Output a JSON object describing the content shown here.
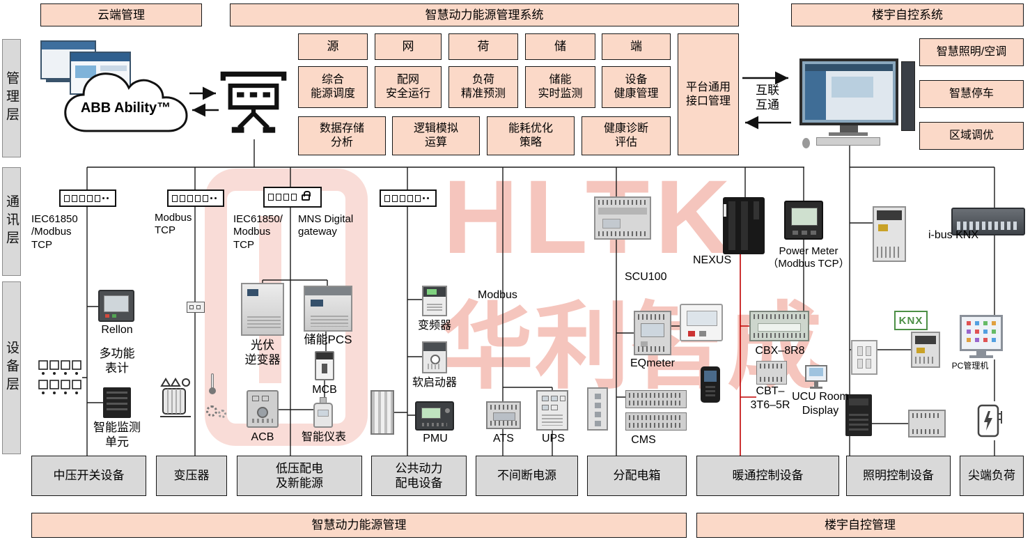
{
  "layers": {
    "management": "管理层",
    "communication": "通讯层",
    "device": "设备层"
  },
  "header": {
    "cloud": "云端管理",
    "center": "智慧动力能源管理系统",
    "right": "楼宇自控系统"
  },
  "mgmt": {
    "abb": "ABB Ability™",
    "row1": [
      "源",
      "网",
      "荷",
      "储",
      "端"
    ],
    "row2": [
      "综合\n能源调度",
      "配网\n安全运行",
      "负荷\n精准预测",
      "储能\n实时监测",
      "设备\n健康管理"
    ],
    "row3": [
      "数据存储\n分析",
      "逻辑模拟\n运算",
      "能耗优化\n策略",
      "健康诊断\n评估"
    ],
    "platform": "平台通用\n接口管理",
    "interlink": "互联\n互通",
    "right_items": [
      "智慧照明/空调",
      "智慧停车",
      "区域调优"
    ]
  },
  "comm": {
    "gw1": "IEC61850\n/Modbus\nTCP",
    "gw2": "Modbus\nTCP",
    "gw3": "IEC61850/\nModbus\nTCP",
    "gw4": "MNS Digital\ngateway",
    "modbus": "Modbus",
    "scu": "SCU100",
    "nexus": "NEXUS",
    "power_meter": "Power Meter\n（Modbus TCP）",
    "ibus_knx": "i-bus KNX"
  },
  "dev": {
    "rellon": "Rellon",
    "multi_meter": "多功能\n表计",
    "monitor_unit": "智能监测\n单元",
    "pv_inverter": "光伏\n逆变器",
    "pcs": "储能PCS",
    "mcb": "MCB",
    "acb": "ACB",
    "smart_meter": "智能仪表",
    "vfd": "变频器",
    "soft_starter": "软启动器",
    "pmu": "PMU",
    "ats": "ATS",
    "ups": "UPS",
    "cms": "CMS",
    "eqmeter": "EQmeter",
    "cbx": "CBX–8R8",
    "cbt": "CBT–\n3T6–5R",
    "ucu": "UCU Room\nDisplay",
    "knx": "KNX",
    "pc": "PC管理机"
  },
  "categories": [
    "中压开关设备",
    "变压器",
    "低压配电\n及新能源",
    "公共动力\n配电设备",
    "不间断电源",
    "分配电箱",
    "暖通控制设备",
    "照明控制设备",
    "尖端负荷"
  ],
  "footer": {
    "left": "智慧动力能源管理",
    "right": "楼宇自控管理"
  },
  "watermark": {
    "line1": "HLTK",
    "line2": "华利智成"
  },
  "colors": {
    "box_pink": "#fbd9c8",
    "box_gray": "#d9d9d9",
    "red_line": "#c00000",
    "watermark_pink": "#f3b7aa"
  }
}
